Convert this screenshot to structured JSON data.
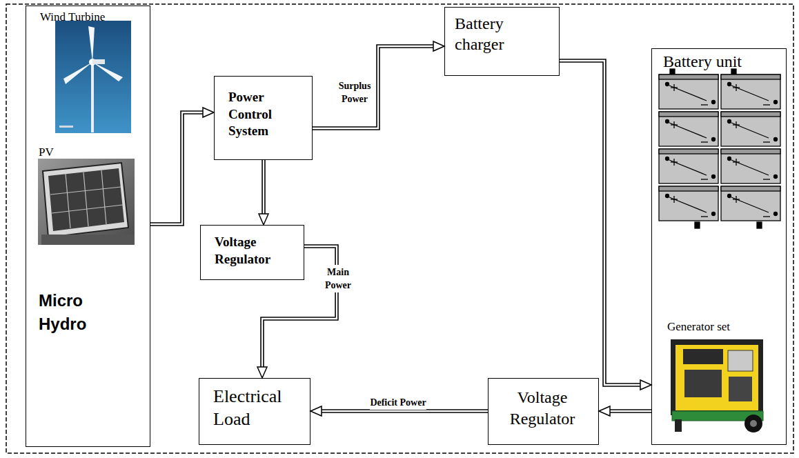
{
  "diagram": {
    "nodes": [
      {
        "text": [
          "Wind Turbine",
          "PV",
          "Micro Hydro"
        ]
      },
      {
        "text": [
          "Power Control System"
        ]
      },
      {
        "text": [
          "Voltage Regulator"
        ]
      },
      {
        "text": [
          "Battery charger"
        ]
      },
      {
        "text": [
          "Battery unit",
          "Generator set"
        ]
      },
      {
        "text": [
          "Electrical Load"
        ]
      },
      {
        "text": [
          "Voltage Regulator"
        ]
      }
    ],
    "edges": [
      {
        "from": 0,
        "to": 1,
        "arrow": "to"
      },
      {
        "from": 1,
        "to": 3,
        "arrow": "to",
        "label": "Surplus Power"
      },
      {
        "from": 1,
        "to": 2,
        "arrow": "to"
      },
      {
        "from": 2,
        "to": 5,
        "arrow": "to",
        "label": "Main Power"
      },
      {
        "from": 3,
        "to": 4,
        "arrow": "to"
      },
      {
        "from": 4,
        "to": 6,
        "arrow": "to"
      },
      {
        "from": 6,
        "to": 5,
        "arrow": "to",
        "label": "Deficit Power"
      }
    ]
  }
}
